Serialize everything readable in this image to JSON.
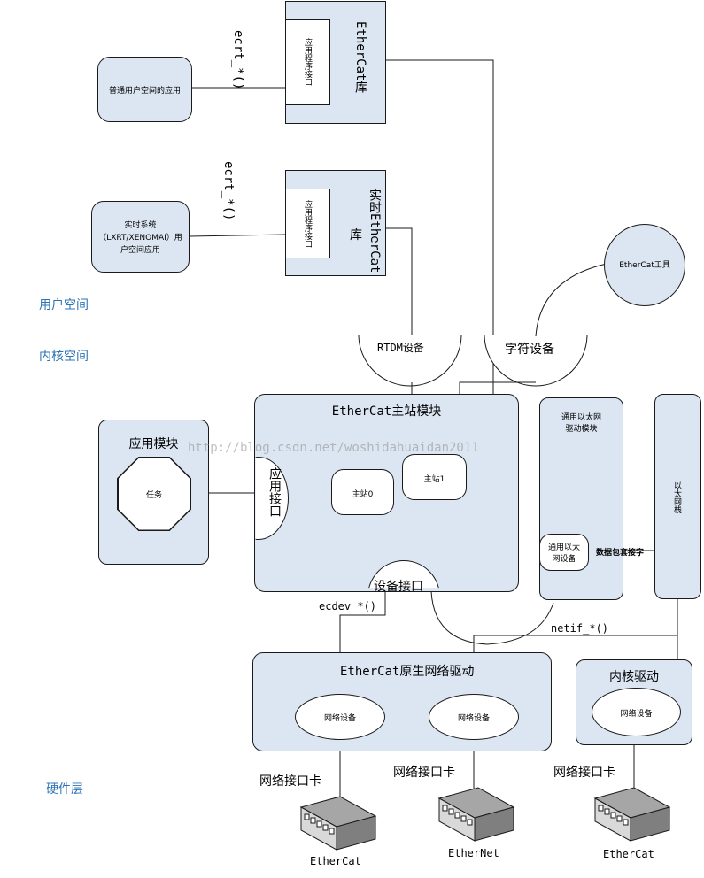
{
  "layers": {
    "user_space": "用户空间",
    "kernel_space": "内核空间",
    "hardware": "硬件层"
  },
  "user_app": {
    "label": "普通用户空间的应用"
  },
  "rt_app": {
    "line1": "实时系统",
    "line2": "（LXRT/XENOMAI）用",
    "line3": "户空间应用"
  },
  "ethercat_lib": {
    "label": "EtherCat库",
    "inner": "应用程序接口"
  },
  "rt_ethercat_lib": {
    "label": "实时EtherCat",
    "label2": "库",
    "inner": "应用程序接口"
  },
  "ecrt_labels": [
    "ecrt_*()",
    "ecrt_*()"
  ],
  "ethercat_tool": {
    "label": "EtherCat工具"
  },
  "rtdm_device": {
    "label": "RTDM设备"
  },
  "char_device": {
    "label": "字符设备"
  },
  "master_module": {
    "title": "EtherCat主站模块",
    "app_interface": "应用接口",
    "master0": "主站0",
    "master1": "主站1",
    "device_interface": "设备接口"
  },
  "app_module": {
    "title": "应用模块",
    "task": "任务"
  },
  "generic_eth_driver": {
    "title_line1": "通用以太网",
    "title_line2": "驱动模块",
    "device_line1": "通用以太",
    "device_line2": "网设备",
    "packet_label": "数据包套接字"
  },
  "eth_stack": {
    "label": "以太网栈"
  },
  "ecdev_label": "ecdev_*()",
  "netif_label": "netif_*()",
  "native_driver": {
    "title": "EtherCat原生网络驱动",
    "device1": "网络设备",
    "device2": "网络设备"
  },
  "kernel_driver": {
    "title": "内核驱动",
    "device": "网络设备"
  },
  "nic_labels": [
    "网络接口卡",
    "网络接口卡",
    "网络接口卡"
  ],
  "nic_names": [
    "EtherCat",
    "EtherNet",
    "EtherCat"
  ],
  "watermark": "http://blog.csdn.net/woshidahuaidan2011"
}
